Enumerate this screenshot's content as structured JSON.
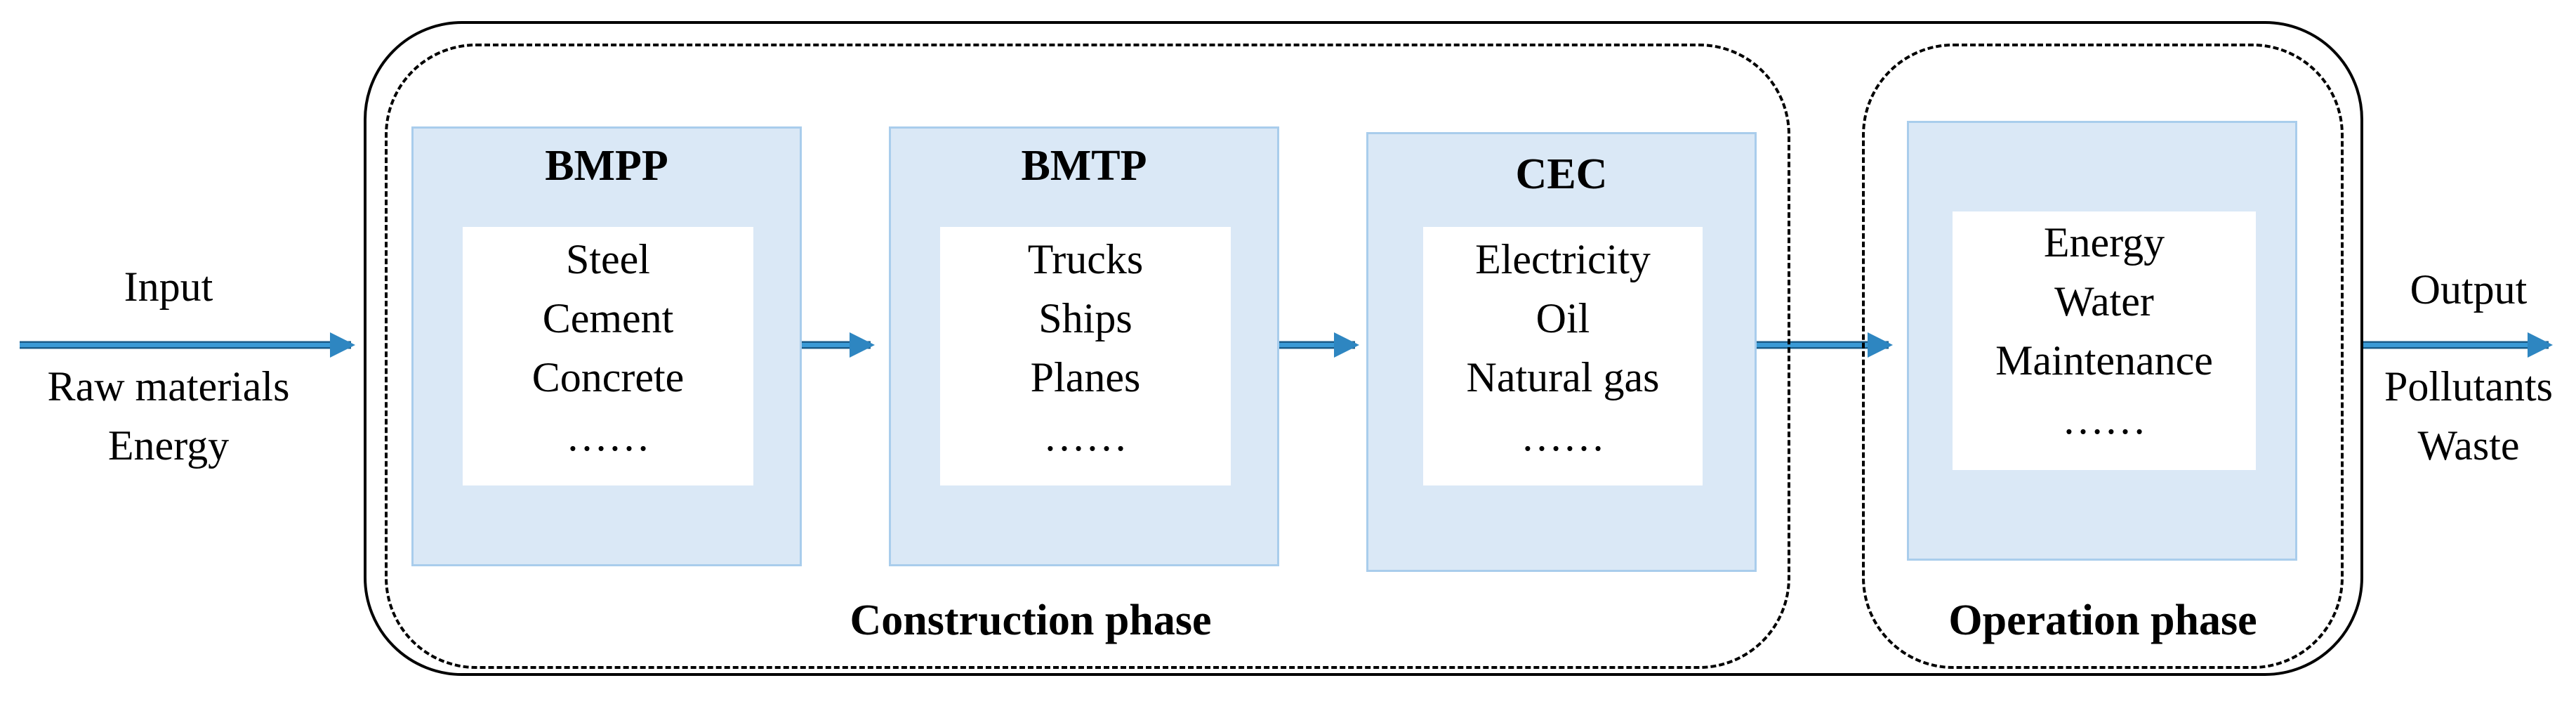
{
  "input": {
    "label": "Input",
    "items": [
      "Raw materials",
      "Energy"
    ]
  },
  "output": {
    "label": "Output",
    "items": [
      "Pollutants",
      "Waste"
    ]
  },
  "construction_phase": {
    "label": "Construction phase",
    "stages": [
      {
        "title": "BMPP",
        "items": [
          "Steel",
          "Cement",
          "Concrete",
          "……"
        ]
      },
      {
        "title": "BMTP",
        "items": [
          "Trucks",
          "Ships",
          "Planes",
          "……"
        ]
      },
      {
        "title": "CEC",
        "items": [
          "Electricity",
          "Oil",
          "Natural gas",
          "……"
        ]
      }
    ]
  },
  "operation_phase": {
    "label": "Operation phase",
    "items": [
      "Energy",
      "Water",
      "Maintenance",
      "……"
    ]
  },
  "colors": {
    "stage_fill": "#dae8f6",
    "stage_border": "#a9cdec",
    "arrow": "#2e86c1",
    "arrow_edge": "#1a5c8a"
  }
}
